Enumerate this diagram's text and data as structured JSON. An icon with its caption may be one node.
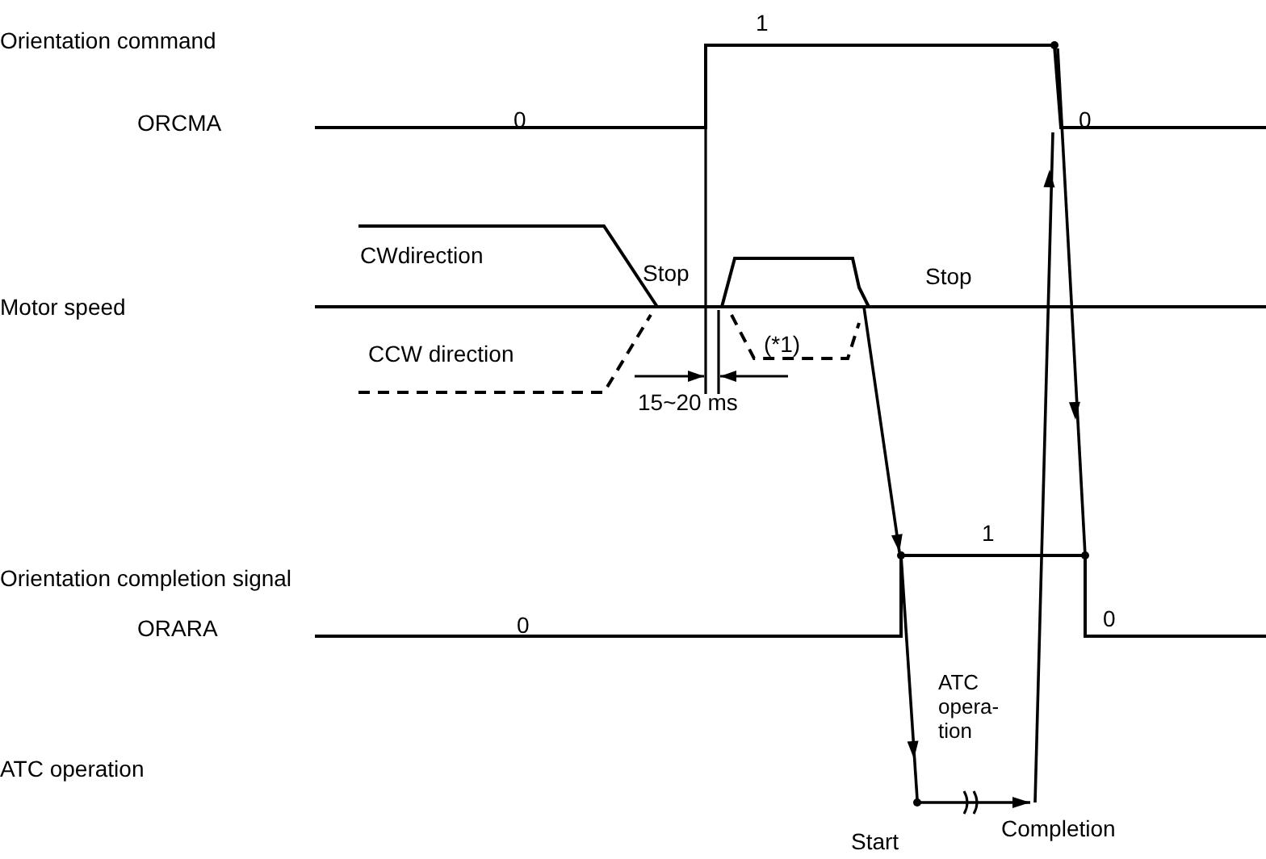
{
  "diagram": {
    "labels": [
      "Orientation command",
      "1",
      "ORCMA",
      "0",
      "0",
      "CWdirection",
      "Stop",
      "Stop",
      "Motor speed",
      "CCW direction",
      "(*1)",
      "15~20 ms",
      "1",
      "Orientation completion signal",
      "ORARA",
      "0",
      "0",
      "ATC opera- tion",
      "ATC operation",
      "Completion",
      "Start"
    ]
  }
}
